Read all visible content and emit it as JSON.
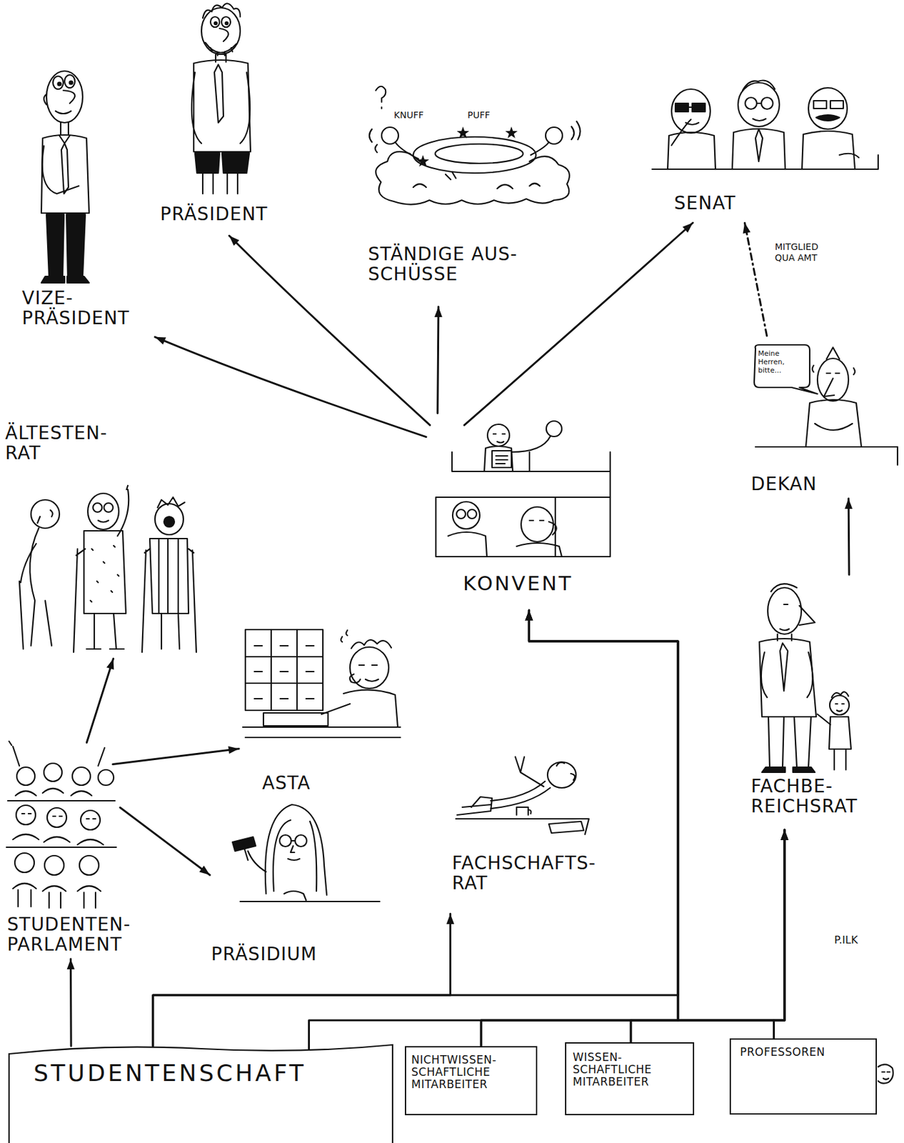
{
  "diagram": {
    "nodes": [
      {
        "text": [
          "PRÄSIDENT"
        ]
      },
      {
        "text": [
          "VIZE- PRÄSIDENT"
        ]
      },
      {
        "text": [
          "STÄNDIGE AUS- SCHÜSSE"
        ]
      },
      {
        "text": [
          "SENAT"
        ]
      },
      {
        "text": [
          "ÄLTESTEN- RAT"
        ]
      },
      {
        "text": [
          "KONVENT"
        ]
      },
      {
        "text": [
          "DEKAN"
        ]
      },
      {
        "text": [
          "ASTA"
        ]
      },
      {
        "text": [
          "STUDENTEN- PARLAMENT"
        ]
      },
      {
        "text": [
          "PRÄSIDIUM"
        ]
      },
      {
        "text": [
          "FACHSCHAFTS- RAT"
        ]
      },
      {
        "text": [
          "FACHBE- REICHSRAT"
        ]
      },
      {
        "text": [
          "STUDENTENSCHAFT"
        ]
      },
      {
        "text": [
          "NICHTWISSEN- SCHAFTLICHE MITARBEITER"
        ]
      },
      {
        "text": [
          "WISSEN- SCHAFTLICHE MITARBEITER"
        ]
      },
      {
        "text": [
          "PROFESSOREN"
        ]
      }
    ],
    "edges": [
      {
        "from": 5,
        "to": 1,
        "arrow": "to"
      },
      {
        "from": 5,
        "to": 0,
        "arrow": "to"
      },
      {
        "from": 5,
        "to": 2,
        "arrow": "to"
      },
      {
        "from": 5,
        "to": 3,
        "arrow": "to"
      },
      {
        "from": 6,
        "to": 3,
        "label": "MITGLIED QUA AMT",
        "arrow": "to"
      },
      {
        "from": 11,
        "to": 6,
        "arrow": "to"
      },
      {
        "from": 8,
        "to": 4,
        "arrow": "to"
      },
      {
        "from": 8,
        "to": 7,
        "arrow": "to"
      },
      {
        "from": 8,
        "to": 9,
        "arrow": "to"
      },
      {
        "from": 12,
        "to": 8,
        "arrow": "to"
      },
      {
        "from": 12,
        "to": 10,
        "arrow": "to"
      },
      {
        "from": 12,
        "to": 5,
        "arrow": "to"
      },
      {
        "from": 13,
        "to": 5,
        "arrow": "to"
      },
      {
        "from": 14,
        "to": 5,
        "arrow": "to"
      },
      {
        "from": 15,
        "to": 5,
        "arrow": "to"
      },
      {
        "from": 12,
        "to": 11,
        "arrow": "to"
      },
      {
        "from": 13,
        "to": 11,
        "arrow": "to"
      },
      {
        "from": 14,
        "to": 11,
        "arrow": "to"
      },
      {
        "from": 15,
        "to": 11,
        "arrow": "to"
      }
    ],
    "labels": [
      "KNUFF",
      "PUFF",
      "Meine Herren, bitte...",
      "P.ILK"
    ]
  }
}
